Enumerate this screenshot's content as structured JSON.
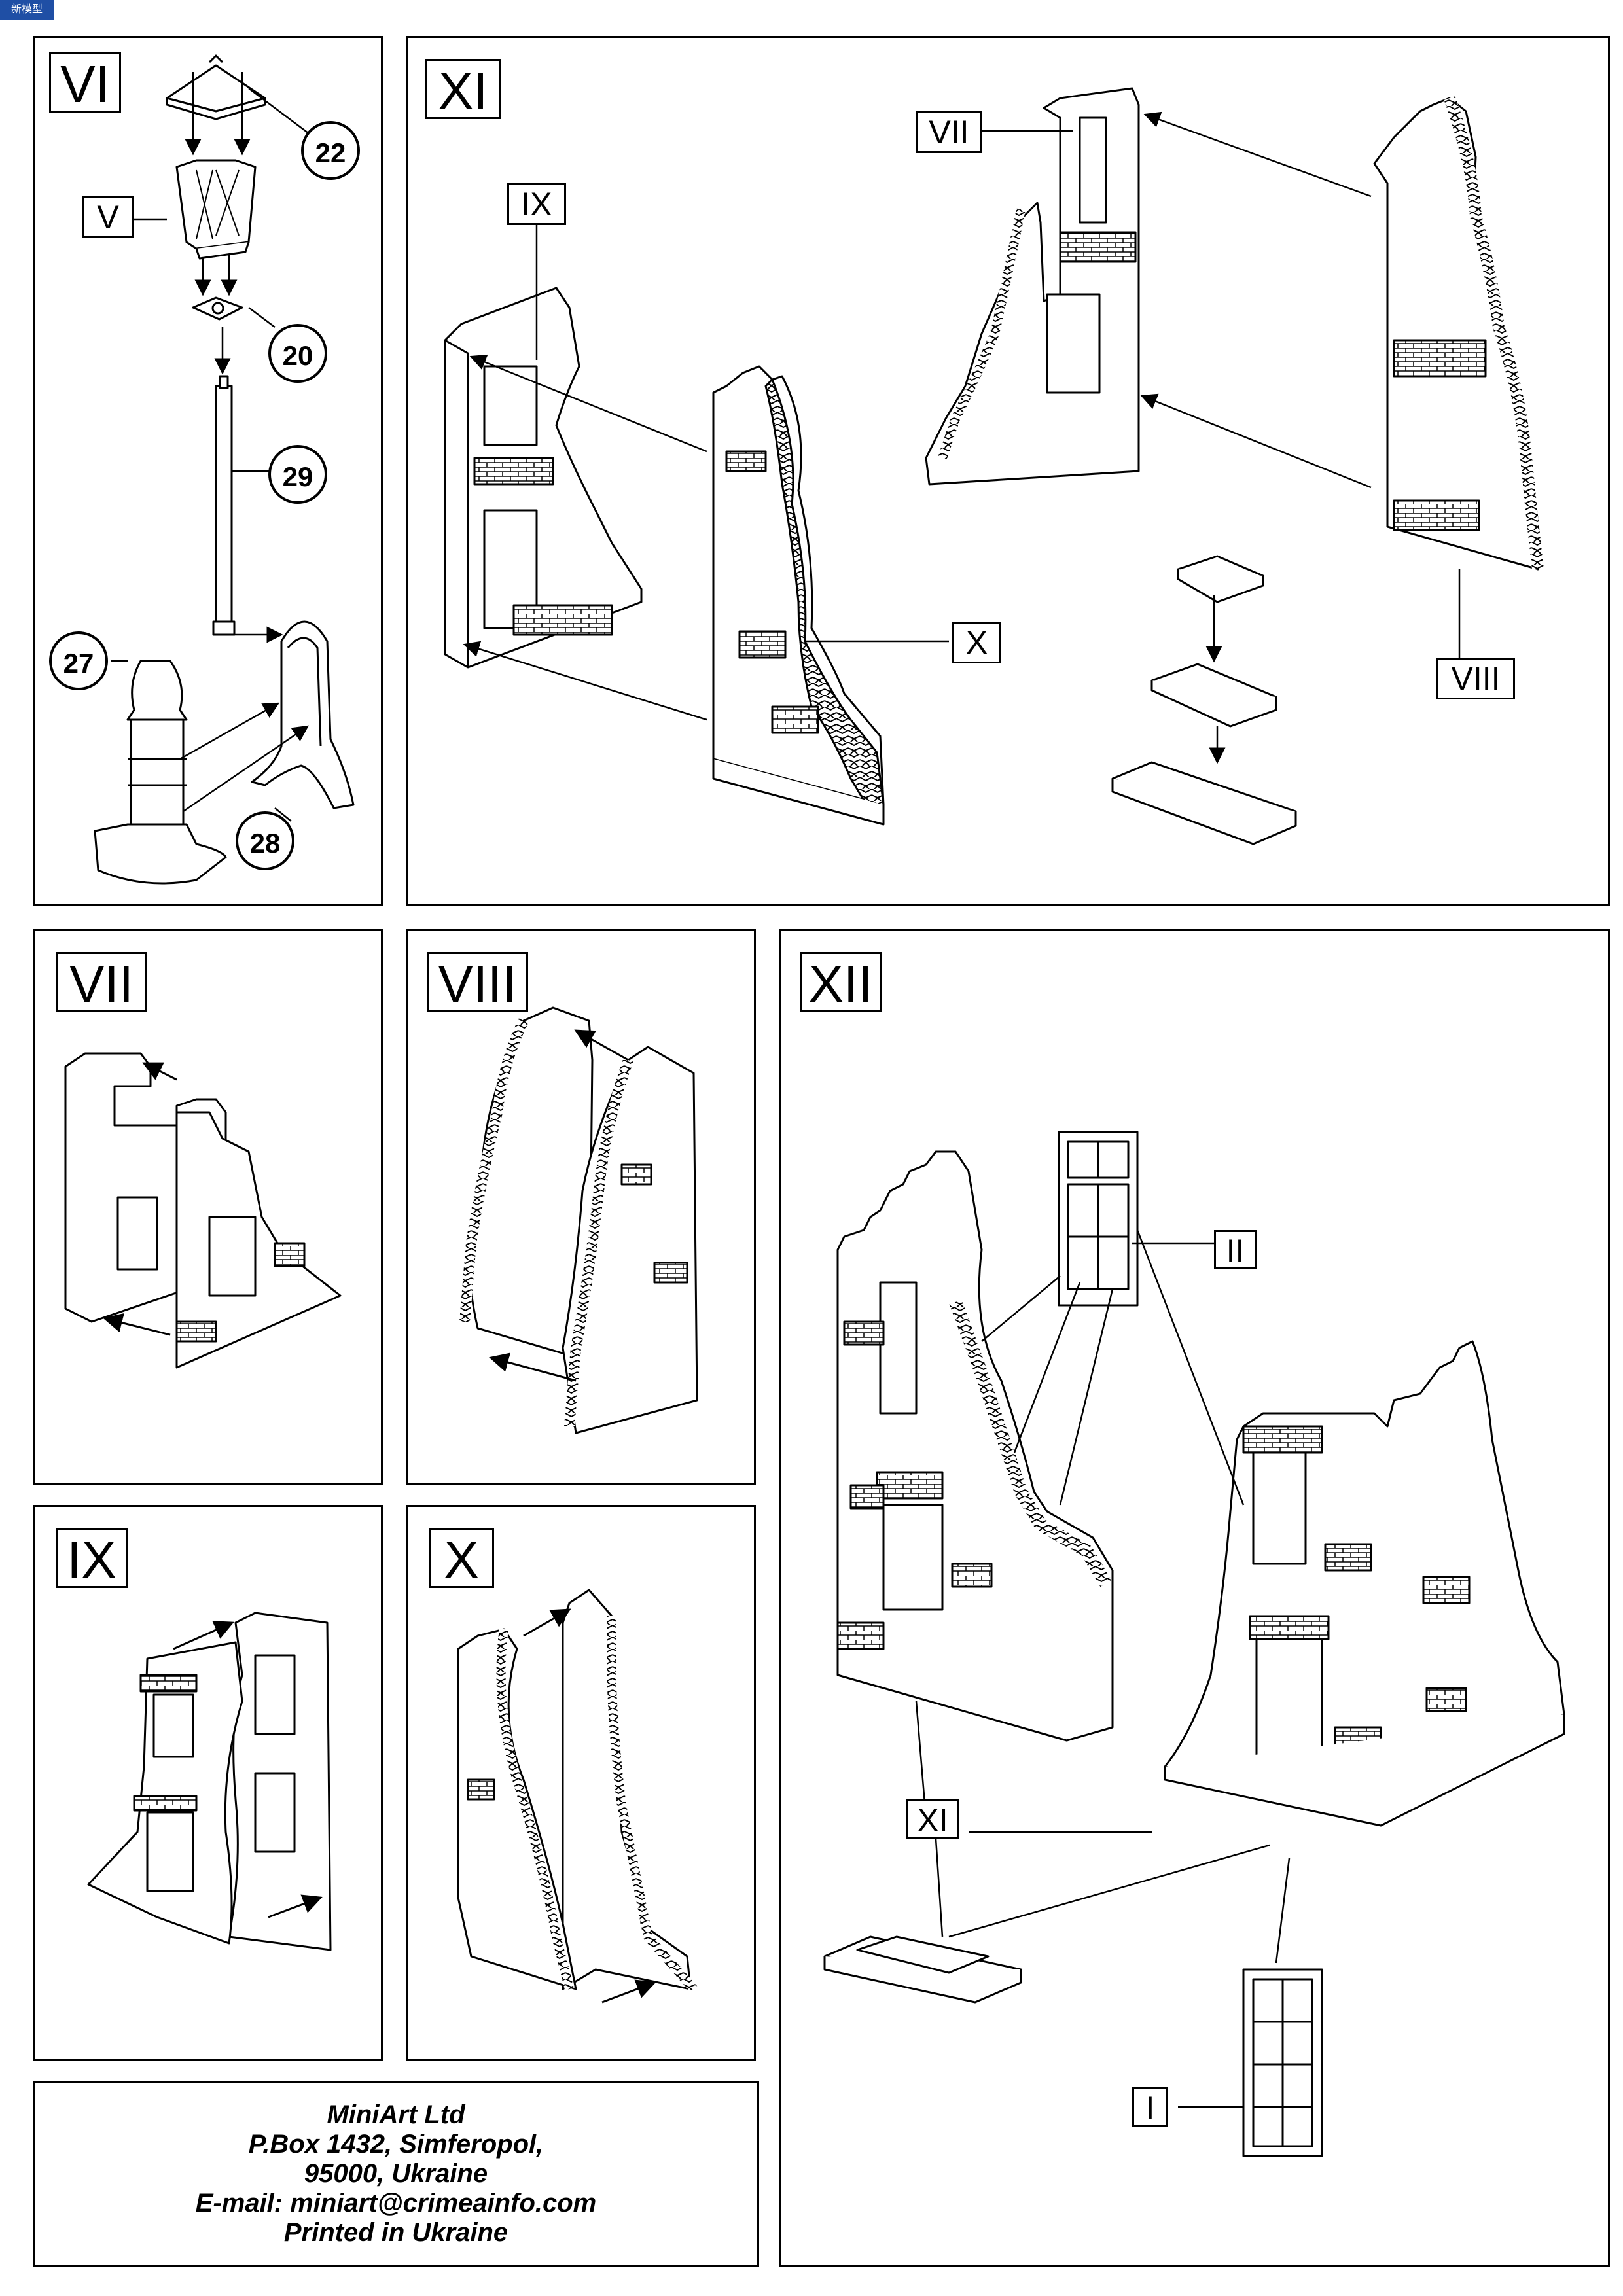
{
  "logo": {
    "text": "新模型"
  },
  "steps": {
    "vi": "VI",
    "xi": "XI",
    "vii": "VII",
    "viii": "VIII",
    "xii": "XII",
    "ix": "IX",
    "x": "X"
  },
  "part_numbers": [
    "22",
    "20",
    "29",
    "27",
    "28"
  ],
  "labels": {
    "v": "V",
    "vii": "VII",
    "ix": "IX",
    "x": "X",
    "viii": "VIII",
    "ii": "II",
    "xi": "XI",
    "i": "I"
  },
  "footer": {
    "line1": "MiniArt Ltd",
    "line2": "P.Box 1432, Simferopol,",
    "line3": "95000, Ukraine",
    "line4": "E-mail: miniart@crimeainfo.com",
    "line5": "Printed in Ukraine"
  }
}
